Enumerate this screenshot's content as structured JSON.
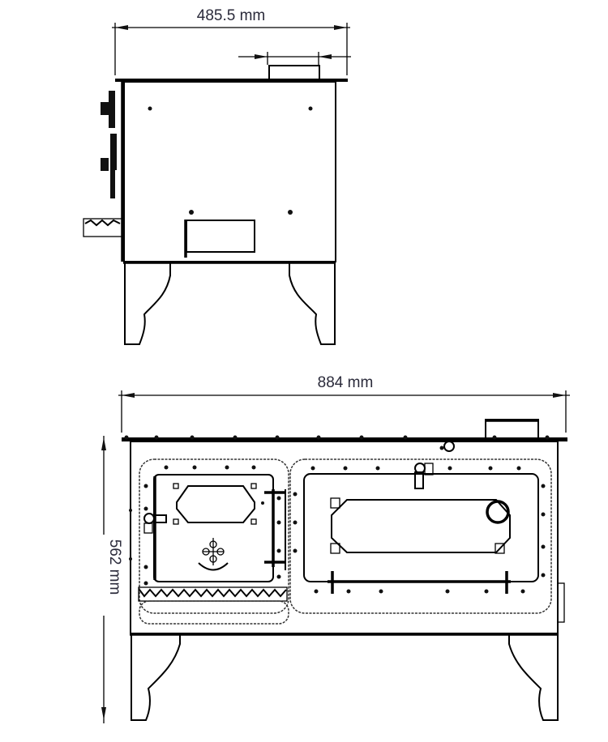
{
  "side_view": {
    "depth_label": "485.5 mm"
  },
  "front_view": {
    "width_label": "884 mm",
    "height_label": "562 mm"
  },
  "colors": {
    "line": "#000000",
    "text": "#2a2a3a"
  }
}
